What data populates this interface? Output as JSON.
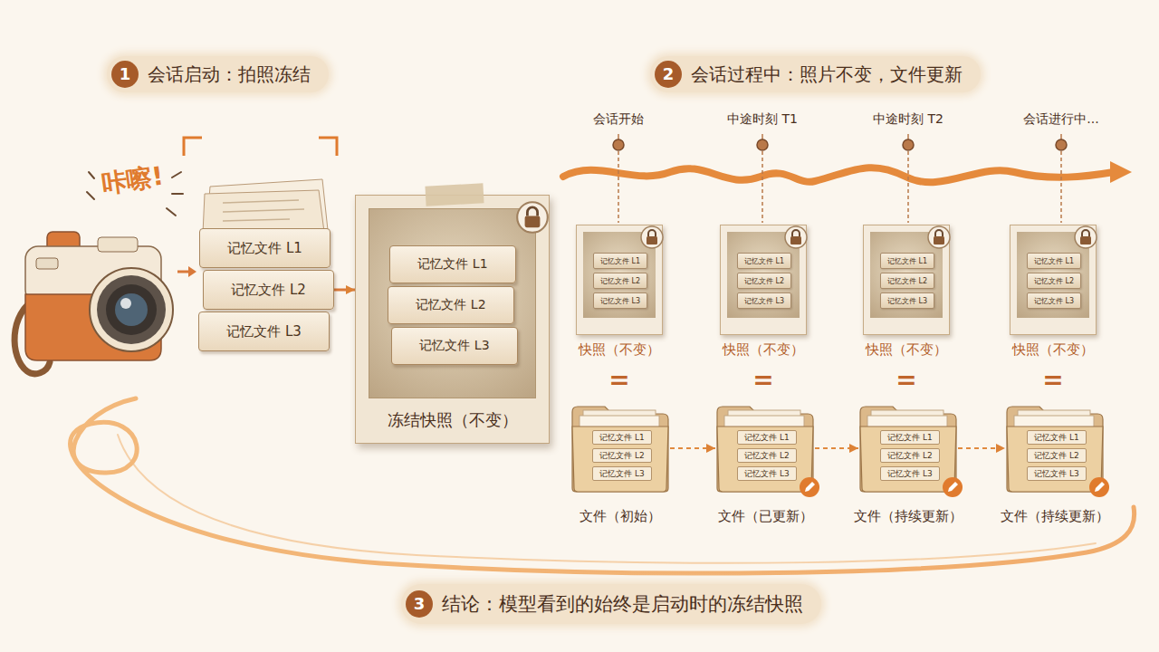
{
  "diagram": {
    "nodes": [
      {
        "text": [
          "1",
          "会话启动：拍照冻结"
        ]
      },
      {
        "text": [
          "记忆文件 L1"
        ]
      },
      {
        "text": [
          "记忆文件 L2"
        ]
      },
      {
        "text": [
          "记忆文件 L3"
        ]
      },
      {
        "text": [
          "冻结快照（不变）"
        ]
      },
      {
        "text": [
          "记忆文件 L1"
        ],
        "in": 4
      },
      {
        "text": [
          "记忆文件 L2"
        ],
        "in": 4
      },
      {
        "text": [
          "记忆文件 L3"
        ],
        "in": 4
      },
      {
        "text": [
          "2",
          "会话过程中：照片不变，文件更新"
        ]
      },
      {
        "text": [
          "快照（不变）"
        ]
      },
      {
        "text": [
          "记忆文件 L1"
        ],
        "in": 9
      },
      {
        "text": [
          "记忆文件 L2"
        ],
        "in": 9
      },
      {
        "text": [
          "记忆文件 L3"
        ],
        "in": 9
      },
      {
        "text": [
          "文件（初始）"
        ]
      },
      {
        "text": [
          "记忆文件 L1"
        ],
        "in": 13
      },
      {
        "text": [
          "记忆文件 L2"
        ],
        "in": 13
      },
      {
        "text": [
          "记忆文件 L3"
        ],
        "in": 13
      },
      {
        "text": [
          "快照（不变）"
        ]
      },
      {
        "text": [
          "记忆文件 L1"
        ],
        "in": 17
      },
      {
        "text": [
          "记忆文件 L2"
        ],
        "in": 17
      },
      {
        "text": [
          "记忆文件 L3"
        ],
        "in": 17
      },
      {
        "text": [
          "文件（已更新）"
        ]
      },
      {
        "text": [
          "记忆文件 L1"
        ],
        "in": 21
      },
      {
        "text": [
          "记忆文件 L2"
        ],
        "in": 21
      },
      {
        "text": [
          "记忆文件 L3"
        ],
        "in": 21
      },
      {
        "text": [
          "快照（不变）"
        ]
      },
      {
        "text": [
          "记忆文件 L1"
        ],
        "in": 25
      },
      {
        "text": [
          "记忆文件 L2"
        ],
        "in": 25
      },
      {
        "text": [
          "记忆文件 L3"
        ],
        "in": 25
      },
      {
        "text": [
          "文件（持续更新）"
        ]
      },
      {
        "text": [
          "记忆文件 L1"
        ],
        "in": 29
      },
      {
        "text": [
          "记忆文件 L2"
        ],
        "in": 29
      },
      {
        "text": [
          "记忆文件 L3"
        ],
        "in": 29
      },
      {
        "text": [
          "快照（不变）"
        ]
      },
      {
        "text": [
          "记忆文件 L1"
        ],
        "in": 33
      },
      {
        "text": [
          "记忆文件 L2"
        ],
        "in": 33
      },
      {
        "text": [
          "记忆文件 L3"
        ],
        "in": 33
      },
      {
        "text": [
          "文件（持续更新）"
        ]
      },
      {
        "text": [
          "记忆文件 L1"
        ],
        "in": 37
      },
      {
        "text": [
          "记忆文件 L2"
        ],
        "in": 37
      },
      {
        "text": [
          "记忆文件 L3"
        ],
        "in": 37
      },
      {
        "text": [
          "3",
          "结论：模型看到的始终是启动时的冻结快照"
        ]
      }
    ],
    "edges": [
      {
        "from": 2,
        "to": 4,
        "arrow": "to"
      },
      {
        "from": 13,
        "to": 21,
        "arrow": "to"
      },
      {
        "from": 21,
        "to": 29,
        "arrow": "to"
      },
      {
        "from": 29,
        "to": 37,
        "arrow": "to"
      }
    ],
    "labels": [
      "咔嚓!",
      "会话开始",
      "中途时刻 T1",
      "中途时刻 T2",
      "会话进行中...",
      "=",
      "=",
      "=",
      "="
    ]
  }
}
